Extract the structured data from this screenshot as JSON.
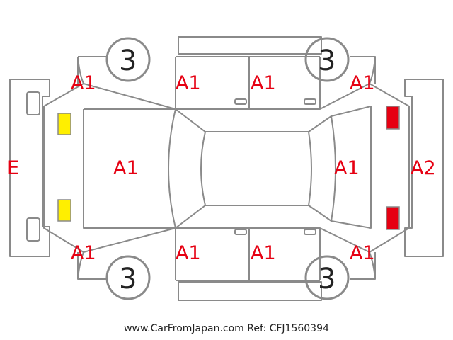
{
  "diagram": {
    "colors": {
      "line": "#8a8a8a",
      "damage_text": "#e60012",
      "yellow_marker": "#ffef00",
      "red_marker": "#e60012"
    },
    "labels": {
      "front_left_corner": "A1",
      "front_door_left": "A1",
      "rear_door_left": "A1",
      "rear_left_corner": "A1",
      "hood": "A1",
      "trunk": "A1",
      "front_bumper": "E",
      "rear_bumper": "A2",
      "front_right_corner": "A1",
      "front_door_right": "A1",
      "rear_door_right": "A1",
      "rear_right_corner": "A1"
    },
    "tires": {
      "front_left": "3",
      "rear_left": "3",
      "front_right": "3",
      "rear_right": "3"
    }
  },
  "footer": {
    "left": "www.CarFromJapan.com",
    "right": "Ref: CFJ1560394"
  }
}
